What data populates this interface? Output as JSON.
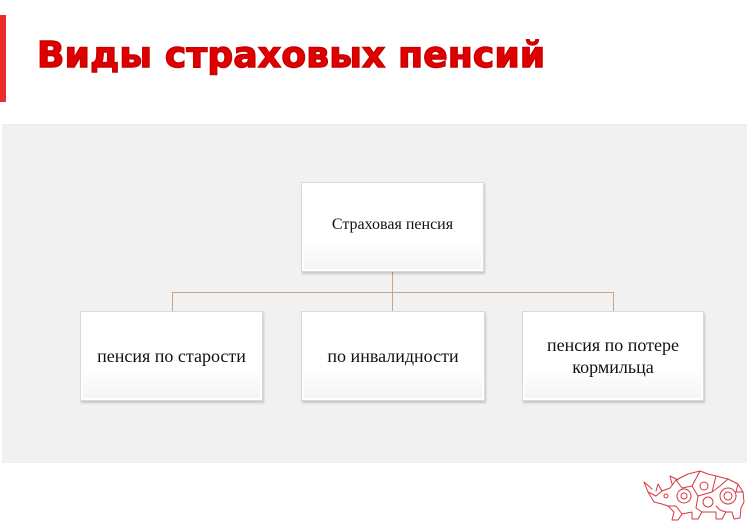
{
  "slide": {
    "title": "Виды страховых пенсий",
    "accent_color": "#ee2a2a",
    "title_color": "#e00000",
    "panel_color": "#f1f1f1"
  },
  "diagram": {
    "root": {
      "label": "Страховая пенсия"
    },
    "children": [
      {
        "label": "пенсия по старости"
      },
      {
        "label": "по инвалидности"
      },
      {
        "label": "пенсия по потере кормильца"
      }
    ],
    "connector_color": "#c9a48a"
  },
  "logo": {
    "icon": "rhino-logo-icon",
    "color": "#d9363e"
  }
}
